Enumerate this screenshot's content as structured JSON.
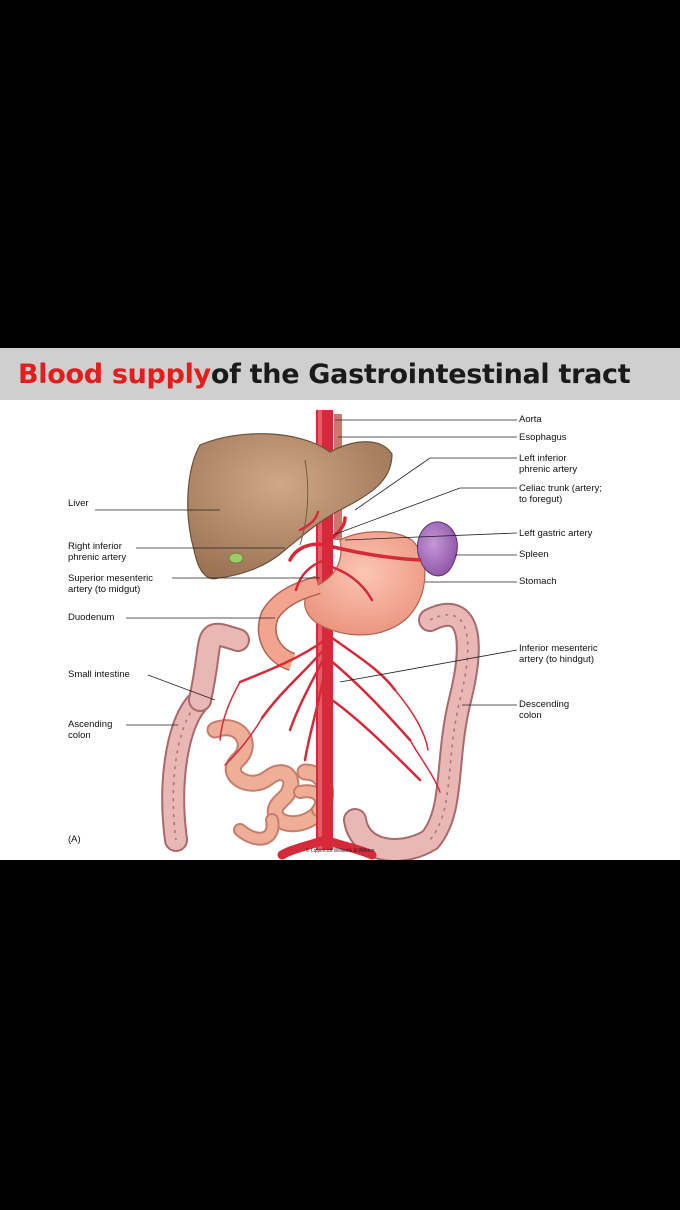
{
  "title": {
    "highlight": "Blood supply",
    "rest": " of the Gastrointestinal  tract"
  },
  "labels": {
    "left": {
      "liver": "Liver",
      "right_inferior_phrenic": "Right inferior\nphrenic artery",
      "superior_mesenteric": "Superior mesenteric\nartery (to midgut)",
      "duodenum": "Duodenum",
      "small_intestine": "Small intestine",
      "ascending_colon": "Ascending\ncolon",
      "panel": "(A)"
    },
    "right": {
      "aorta": "Aorta",
      "esophagus": "Esophagus",
      "left_inferior_phrenic": "Left inferior\nphrenic artery",
      "celiac_trunk": "Celiac trunk (artery;\nto foregut)",
      "left_gastric": "Left gastric artery",
      "spleen": "Spleen",
      "stomach": "Stomach",
      "inferior_mesenteric": "Inferior mesenteric\nartery (to hindgut)",
      "descending_colon": "Descending\ncolon"
    }
  },
  "credit": "© Lippincott Williams & Wilkins",
  "colors": {
    "title_highlight": "#e31c1c",
    "title_text": "#1a1a1a",
    "title_bar": "#cfcfcf",
    "liver": "#b38a68",
    "artery": "#d62a3a",
    "stomach": "#f2a48e",
    "spleen": "#9a63b0",
    "colon": "#e8b2b2",
    "small_intestine": "#efae98"
  }
}
